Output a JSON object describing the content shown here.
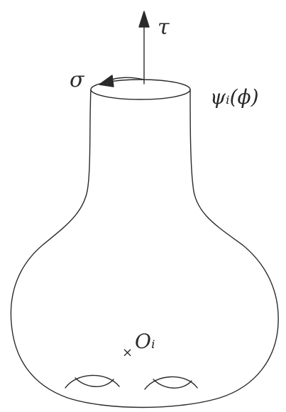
{
  "labels": {
    "tau": "τ",
    "sigma": "σ",
    "boundary_state": "ψᵢ(ϕ)",
    "operator": "Oᵢ",
    "operator_marker": "×"
  },
  "colors": {
    "ink": "#2a2a2a",
    "paper": "#ffffff"
  }
}
